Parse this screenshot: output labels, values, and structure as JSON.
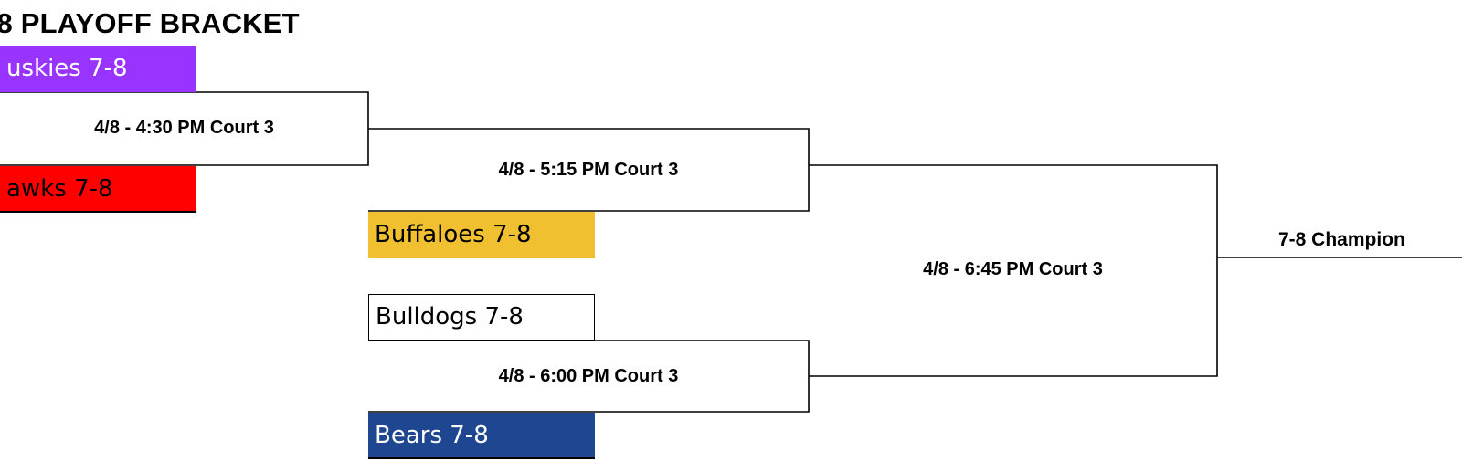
{
  "title": "-8 PLAYOFF BRACKET",
  "teams": [
    {
      "label": "uskies 7-8",
      "color": "#9933ff",
      "text_color": "#ffffff"
    },
    {
      "label": "awks 7-8",
      "color": "#ff0000",
      "text_color": "#000000"
    },
    {
      "label": "Buffaloes 7-8",
      "color": "#f0c030",
      "text_color": "#000000"
    },
    {
      "label": "Bulldogs 7-8",
      "color": "#ffffff",
      "text_color": "#000000"
    },
    {
      "label": "Bears 7-8",
      "color": "#1f4690",
      "text_color": "#ffffff"
    }
  ],
  "games": [
    "4/8 - 4:30 PM Court 3",
    "4/8 - 5:15 PM Court 3",
    "4/8 - 6:00 PM Court 3",
    "4/8 - 6:45 PM Court 3"
  ],
  "champion_label": "7-8 Champion",
  "line_color": "#000000"
}
